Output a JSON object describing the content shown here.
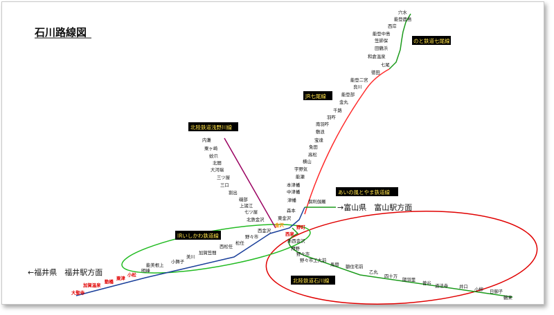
{
  "title": "石川路線図",
  "colors": {
    "nanao_line": "#ff2a2a",
    "noto_line": "#1a9a1a",
    "asanogawa_line": "#9a0060",
    "ishikawa_line": "#1a9a1a",
    "ir_line": "#1a3f9a",
    "circle_red": "#e00000",
    "circle_green": "#22bb22",
    "label_bg": "#000000"
  },
  "labels": {
    "noto": "のと鉄道七尾線",
    "nanao": "JR七尾線",
    "asanogawa": "北陸鉄道浅野川線",
    "ainokaze": "あいの風とやま鉄道線",
    "irishikawa": "IRいしかわ鉄道線",
    "ishikawa": "北陸鉄道石川線"
  },
  "directions": {
    "east": "→富山県　富山駅方面",
    "west": "←福井県　福井駅方面"
  },
  "stations": {
    "noto": [
      "穴水",
      "能登鹿島",
      "西岸",
      "能登中島",
      "笠師保",
      "田鶴浜",
      "和倉温泉",
      "七尾"
    ],
    "nanao": [
      "徳田",
      "能登二宮",
      "良川",
      "能登部",
      "金丸",
      "千路",
      "羽咋",
      "南羽咋",
      "敷浪",
      "宝達",
      "免田",
      "高松",
      "横山",
      "宇野気",
      "能瀬",
      "本津幡",
      "中津幡",
      "津幡"
    ],
    "kurikara": "倶利伽羅",
    "asanogawa": [
      "内灘",
      "粟ヶ崎",
      "蚊爪",
      "北間",
      "大河端",
      "三ツ屋",
      "三口",
      "割出",
      "磯部",
      "上諸江",
      "七ツ屋",
      "北鉄金沢"
    ],
    "ir_east": [
      "森本",
      "東金沢"
    ],
    "kanazawa": "金沢",
    "ir_west": [
      "西金沢",
      "野々市",
      "松任",
      "西松任",
      "加賀笠間",
      "美川",
      "小舞子",
      "能美根上",
      "明峰"
    ],
    "red_west": [
      "小松",
      "粟津",
      "動橋",
      "加賀温泉",
      "大聖寺"
    ],
    "ishikawa": [
      "野町",
      "西泉",
      "新西金沢",
      "押野",
      "野々市",
      "野々市工大前",
      "馬替",
      "額住宅前",
      "乙丸",
      "四十万",
      "陽羽里",
      "曽谷",
      "道法寺",
      "井口",
      "小柳",
      "日御子",
      "鶴来"
    ]
  }
}
